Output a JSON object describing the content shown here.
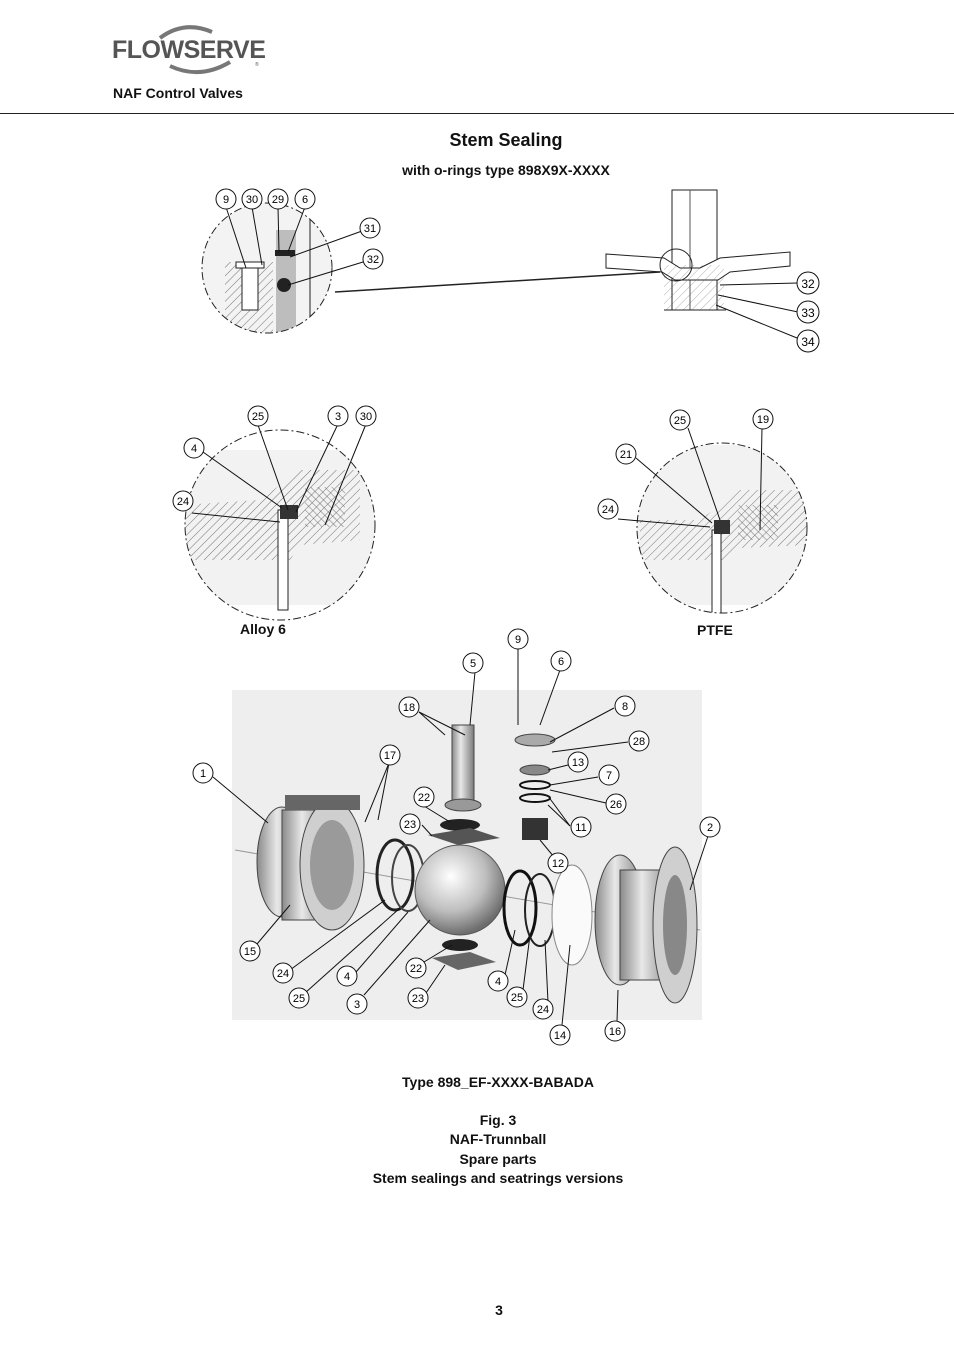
{
  "header": {
    "brand": "FLOWSERVE",
    "subbrand": "NAF Control Valves"
  },
  "section": {
    "title": "Stem Sealing",
    "subtitle": "with o-rings type 898X9X-XXXX"
  },
  "details": {
    "left_label": "Alloy 6",
    "right_label": "PTFE"
  },
  "callouts": {
    "stem_detail": [
      "9",
      "30",
      "29",
      "6",
      "31",
      "32"
    ],
    "stem_overview": [
      "32",
      "33",
      "34"
    ],
    "alloy": [
      "25",
      "3",
      "30",
      "4",
      "24"
    ],
    "ptfe": [
      "25",
      "19",
      "21",
      "24"
    ],
    "exploded": [
      "9",
      "5",
      "6",
      "18",
      "8",
      "28",
      "17",
      "13",
      "7",
      "1",
      "22",
      "26",
      "23",
      "11",
      "2",
      "12",
      "15",
      "22",
      "24",
      "4",
      "4",
      "25",
      "24",
      "25",
      "3",
      "23",
      "16",
      "14"
    ]
  },
  "type_label": "Type 898_EF-XXXX-BABADA",
  "caption": {
    "line1": "Fig. 3",
    "line2": "NAF-Trunnball",
    "line3": "Spare parts",
    "line4": "Stem sealings and seatrings versions"
  },
  "page_number": "3",
  "colors": {
    "ink": "#111111",
    "metal_light": "#dcdcdc",
    "metal_dark": "#7a7a7a"
  }
}
